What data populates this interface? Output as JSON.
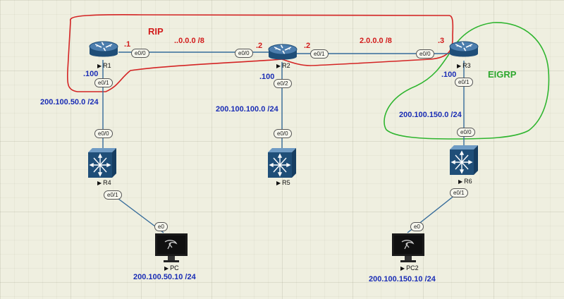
{
  "protocols": {
    "rip": {
      "label": "RIP",
      "color": "#d21b1b"
    },
    "eigrp": {
      "label": "EIGRP",
      "color": "#2ea82e"
    }
  },
  "devices": {
    "r1": {
      "name": "R1",
      "type": "router"
    },
    "r2": {
      "name": "R2",
      "type": "router"
    },
    "r3": {
      "name": "R3",
      "type": "router"
    },
    "r4": {
      "name": "R4",
      "type": "switch"
    },
    "r5": {
      "name": "R5",
      "type": "switch"
    },
    "r6": {
      "name": "R6",
      "type": "switch"
    },
    "pc": {
      "name": "PC",
      "type": "pc"
    },
    "pc2": {
      "name": "PC2",
      "type": "pc"
    }
  },
  "ports": {
    "r1_e00": "e0/0",
    "r1_e01": "e0/1",
    "r2_e00": "e0/0",
    "r2_e01": "e0/1",
    "r2_e02": "e0/2",
    "r3_e00": "e0/0",
    "r3_e01": "e0/1",
    "r4_e00": "e0/0",
    "r4_e01": "e0/1",
    "r5_e00": "e0/0",
    "r6_e00": "e0/0",
    "r6_e01": "e0/1",
    "pc_e0": "e0",
    "pc2_e0": "e0"
  },
  "host_ids": {
    "r1_e00": ".1",
    "r2_e00": ".2",
    "r2_e01": ".2",
    "r3_e00": ".3",
    "r1_e01": ".100",
    "r2_e02": ".100",
    "r3_e01": ".100"
  },
  "networks": {
    "r1_r2": "..0.0.0 /8",
    "r2_r3": "2.0.0.0 /8",
    "r1_r4": "200.100.50.0 /24",
    "r2_r5": "200.100.100.0 /24",
    "r3_r6": "200.100.150.0 /24",
    "pc_ip": "200.100.50.10 /24",
    "pc2_ip": "200.100.150.10 /24"
  },
  "colors": {
    "network_text": "#1a2db5",
    "host_text": "#d21b1b",
    "device_blue": "#1d4f7c"
  }
}
